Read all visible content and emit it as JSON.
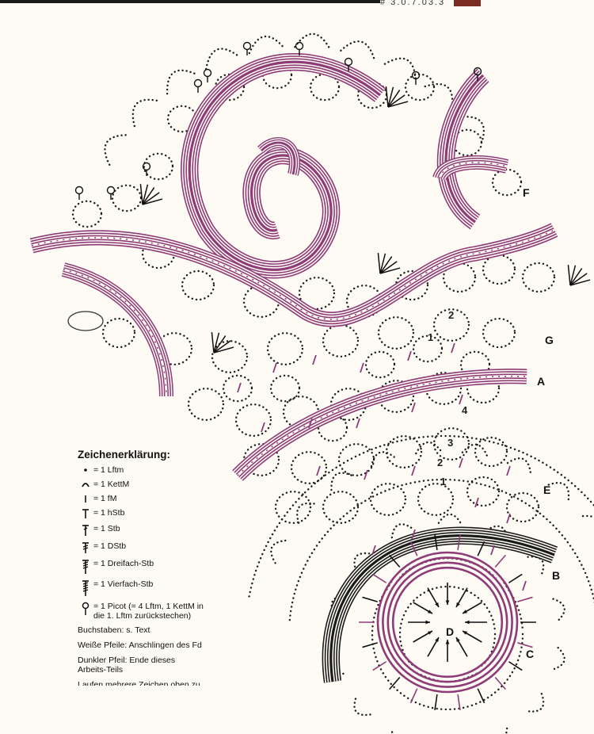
{
  "header": {
    "code_text": "# 3.0.7.03.3"
  },
  "legend": {
    "title": "Zeichenerklärung:",
    "items": [
      {
        "icon": "chain-stitch-icon",
        "text": "= 1 Lftm"
      },
      {
        "icon": "slip-stitch-icon",
        "text": "= 1 KettM"
      },
      {
        "icon": "single-crochet-icon",
        "text": "= 1 fM"
      },
      {
        "icon": "half-double-crochet-icon",
        "text": "= 1 hStb"
      },
      {
        "icon": "double-crochet-icon",
        "text": "= 1 Stb"
      },
      {
        "icon": "treble-crochet-icon",
        "text": "= 1 DStb"
      },
      {
        "icon": "triple-treble-icon",
        "text": "= 1 Dreifach-Stb"
      },
      {
        "icon": "quadruple-treble-icon",
        "text": "= 1 Vierfach-Stb"
      },
      {
        "icon": "picot-icon",
        "text": "= 1 Picot (= 4 Lftm, 1 KettM in\ndie 1. Lftm zurückstechen)"
      }
    ],
    "notes": [
      "Buchstaben: s. Text",
      "Weiße Pfeile: Anschlingen des Fd",
      "Dunkler Pfeil: Ende dieses\nArbeits-Teils"
    ],
    "cut_note": "Laufen mehrere Zeichen oben zu"
  },
  "diagram": {
    "section_labels": [
      "A",
      "B",
      "C",
      "D",
      "E",
      "F",
      "G"
    ],
    "round_numbers": [
      "1",
      "2",
      "3",
      "4",
      "1",
      "2"
    ],
    "colors": {
      "purple": "#8e3b78",
      "black": "#1b1b1b",
      "dots": "#1e1e1e",
      "paper": "#fdfbf4"
    }
  }
}
